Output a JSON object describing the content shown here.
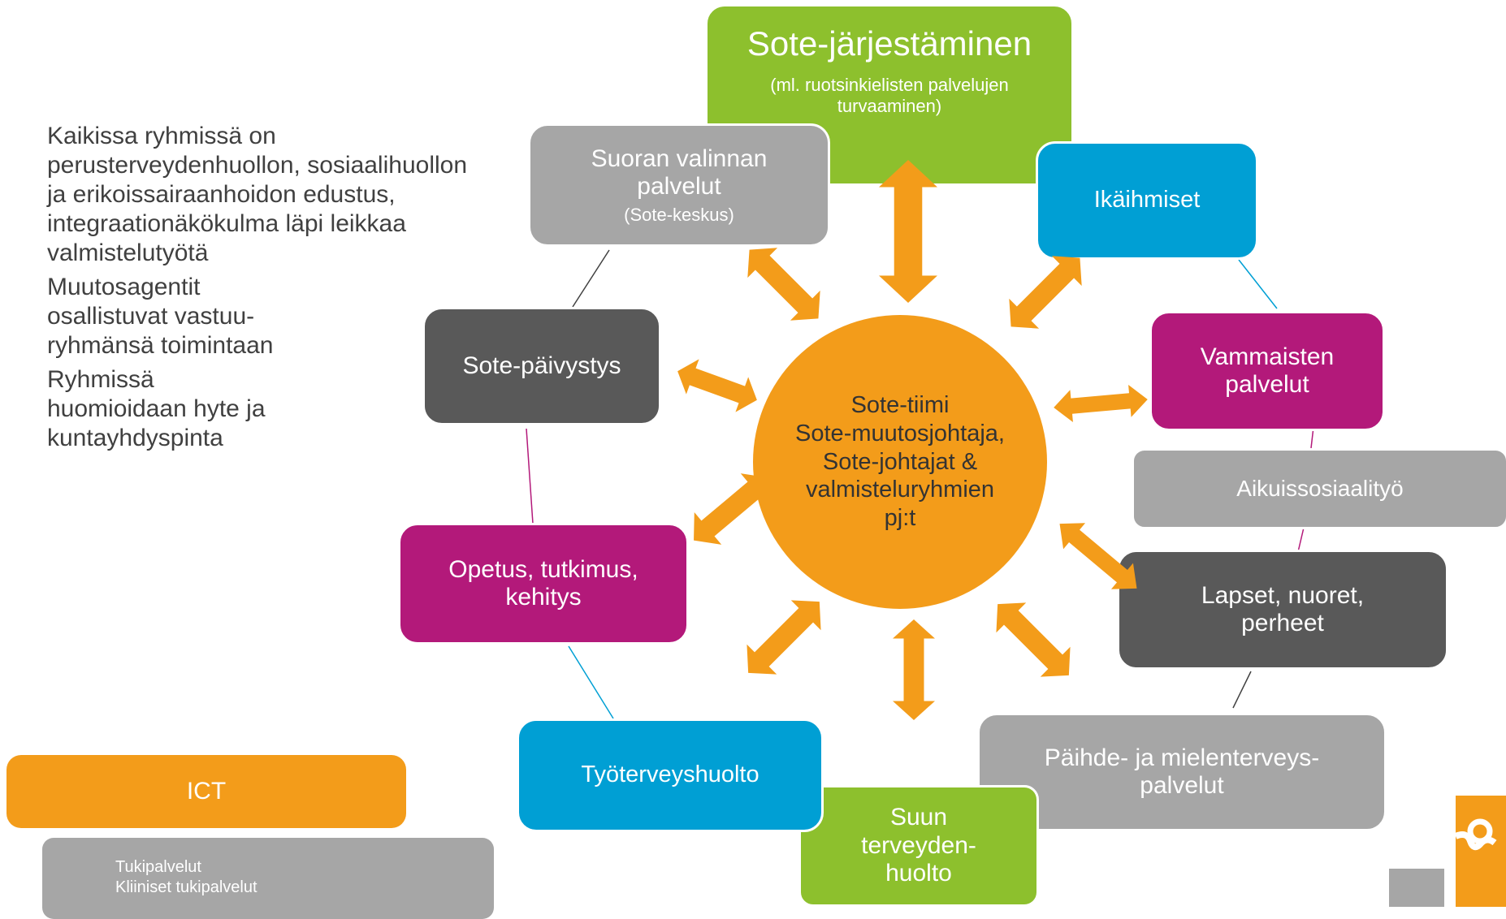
{
  "colors": {
    "green": "#8dc02d",
    "orange": "#f39c1a",
    "gray": "#a6a6a6",
    "dark_gray": "#595959",
    "blue": "#009fd4",
    "magenta": "#b3197a"
  },
  "center": {
    "lines": [
      "Sote-tiimi",
      "Sote-muutosjohtaja,",
      "Sote-johtajat &",
      "valmisteluryhmien",
      "pj:t"
    ]
  },
  "groups": {
    "sote_jarjestaminen": {
      "title": "Sote-järjestäminen",
      "subtitle": "(ml. ruotsinkielisten palvelujen turvaaminen)"
    },
    "suoran_valinnan": {
      "title": "Suoran valinnan palvelut",
      "subtitle": "(Sote-keskus)"
    },
    "ikaihmiset": {
      "title": "Ikäihmiset"
    },
    "vammaisten": {
      "title": "Vammaisten palvelut"
    },
    "aikuissosiaalityo": {
      "title": "Aikuissosiaalityö"
    },
    "lapset": {
      "title": "Lapset, nuoret, perheet"
    },
    "paihde": {
      "title": "Päihde- ja mielenterveys-palvelut"
    },
    "suun": {
      "title": "Suun terveyden-huolto"
    },
    "tyoterveys": {
      "title": "Työterveyshuolto"
    },
    "opetus": {
      "title": "Opetus, tutkimus, kehitys"
    },
    "paivystys": {
      "title": "Sote-päivystys"
    }
  },
  "side_text": {
    "paragraph1": "Kaikissa ryhmissä on perusterveydenhuollon, sosiaalihuollon ja erikoissairaanhoidon edustus, integraationäkökulma läpi leikkaa valmistelutyötä",
    "paragraph2": "Muutosagentit osallistuvat vastuu-ryhmänsä toimintaan",
    "paragraph3": "Ryhmissä huomioidaan hyte ja kuntayhdyspinta"
  },
  "ict": {
    "label": "ICT"
  },
  "support": {
    "line1": "Tukipalvelut",
    "line2": "Kliiniset tukipalvelut"
  }
}
